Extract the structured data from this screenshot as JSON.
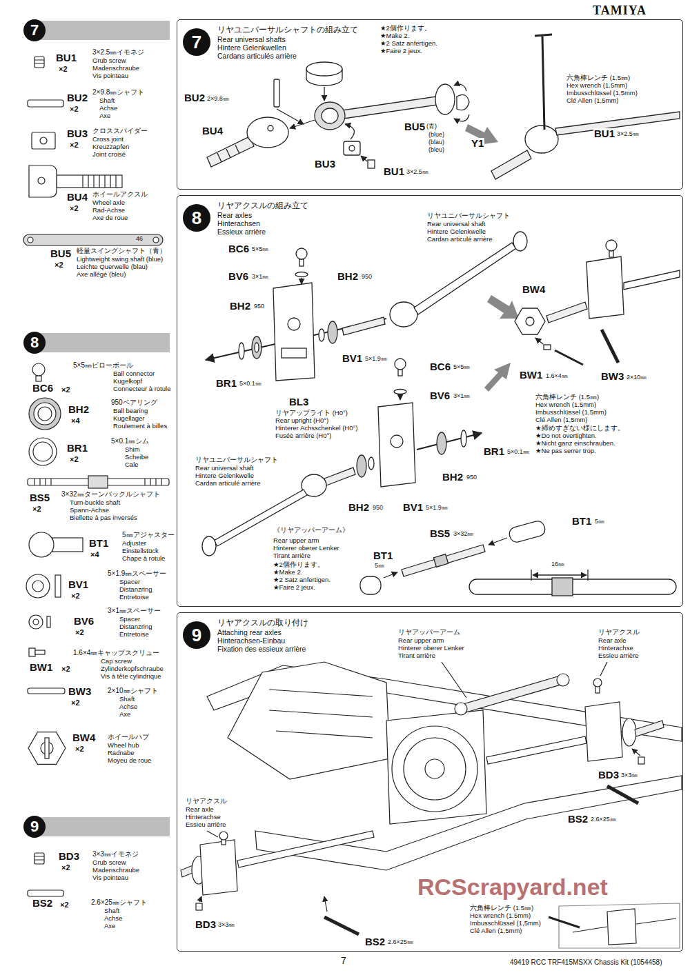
{
  "diagram": {
    "nodes": [
      {
        "text": [
          "7"
        ]
      },
      {
        "text": [
          "リヤユニバーサルシャフトの組み立て",
          "Rear universal shafts",
          "Hintere Gelenkwellen",
          "Cardans articulés arrière"
        ]
      },
      {
        "text": [
          "7"
        ],
        "in": 1
      },
      {
        "text": [
          "8"
        ]
      },
      {
        "text": [
          "リヤアクスルの組み立て",
          "Rear axles",
          "Hinterachsen",
          "Essieux arrière"
        ]
      },
      {
        "text": [
          "8"
        ],
        "in": 4
      },
      {
        "text": [
          "9"
        ]
      },
      {
        "text": [
          "リヤアクスルの取り付け",
          "Attaching rear axles",
          "Hinterachsen-Einbau",
          "Fixation des essieux arrière"
        ]
      },
      {
        "text": [
          "9"
        ],
        "in": 7
      }
    ],
    "labels": [
      "TAMIYA",
      "7",
      "49419 RCC TRF415MSXX Chassis Kit (1054458)",
      "RCScrapyard.net",
      "BU1",
      "×2",
      "3×2.5㎜イモネジ",
      "Grub screw",
      "Madenschraube",
      "Vis pointeau",
      "BU2",
      "×2",
      "2×9.8㎜シャフト",
      "Shaft",
      "Achse",
      "Axe",
      "BU3",
      "×2",
      "クロススパイダー",
      "Cross joint",
      "Kreuzzapfen",
      "Joint croisé",
      "BU4",
      "×2",
      "ホイールアクスル",
      "Wheel axle",
      "Rad-Achse",
      "Axe de roue",
      "46",
      "BU5",
      "×2",
      "軽量スイングシャフト（青）",
      "Lightweight swing shaft (blue)",
      "Leichte Querwelle (blau)",
      "Axe allégé (bleu)",
      "5×5㎜ピローボール",
      "Ball connector",
      "Kugelkopf",
      "Connecteur à rotule",
      "BC6",
      "×2",
      "BH2",
      "×4",
      "950ベアリング",
      "Ball bearing",
      "Kugellager",
      "Roulement à billes",
      "BR1",
      "×2",
      "5×0.1㎜シム",
      "Shim",
      "Scheibe",
      "Cale",
      "BS5",
      "×2",
      "3×32㎜ターンバックルシャフト",
      "Turn-buckle shaft",
      "Spann-Achse",
      "Biellette à pas inversés",
      "BT1",
      "×4",
      "5㎜アジャスター",
      "Adjuster",
      "Einstellstück",
      "Chape à rotule",
      "BV1",
      "×2",
      "5×1.9㎜スペーサー",
      "Spacer",
      "Distanzring",
      "Entretoise",
      "BV6",
      "×2",
      "3×1㎜スペーサー",
      "Spacer",
      "Distanzring",
      "Entretoise",
      "1.6×4㎜キャップスクリュー",
      "Cap screw",
      "Zylinderkopfschraube",
      "Vis à tête cylindrique",
      "BW1",
      "×2",
      "BW3",
      "×2",
      "2×10㎜シャフト",
      "Shaft",
      "Achse",
      "Axe",
      "BW4",
      "×2",
      "ホイールハブ",
      "Wheel hub",
      "Radnabe",
      "Moyeu de roue",
      "BD3",
      "×2",
      "3×3㎜イモネジ",
      "Grub screw",
      "Madenschraube",
      "Vis pointeau",
      "BS2",
      "×2",
      "2.6×25㎜シャフト",
      "Shaft",
      "Achse",
      "Axe",
      "★2個作ります。",
      "★Make 2.",
      "★2 Satz anfertigen.",
      "★Faire 2 jeux.",
      "BU2",
      "2×9.8㎜",
      "BU4",
      "BU3",
      "BU1",
      "3×2.5㎜",
      "BU5",
      "(青)",
      "(blue)",
      "(blau)",
      "(bleu)",
      "Y1",
      "六角棒レンチ (1.5㎜)",
      "Hex wrench (1.5mm)",
      "Imbusschlüssel (1,5mm)",
      "Clé Allen (1,5mm)",
      "BU1",
      "3×2.5㎜",
      "BC6",
      "5×5㎜",
      "BV6",
      "3×1㎜",
      "BH2",
      "950",
      "BH2",
      "950",
      "BV1",
      "5×1.9㎜",
      "BR1",
      "5×0.1㎜",
      "BL3",
      "リヤアップライト (H0°)",
      "Rear upright (H0°)",
      "Hinterer Achsschenkel (H0°)",
      "Fusée arrière (H0°)",
      "リヤユニバーサルシャフト",
      "Rear universal shaft",
      "Hintere Gelenkwelle",
      "Cardan articulé arrière",
      "BW4",
      "BW1",
      "1.6×4㎜",
      "BW3",
      "2×10㎜",
      "六角棒レンチ (1.5㎜)",
      "Hex wrench (1.5mm)",
      "Imbusschlüssel (1,5mm)",
      "Clé Allen (1,5mm)",
      "★締めすぎない様にします。",
      "★Do not overtighten.",
      "★Nicht ganz einschrauben.",
      "★Ne pas serrer trop.",
      "BC6",
      "5×5㎜",
      "BV6",
      "3×1㎜",
      "BR1",
      "5×0.1㎜",
      "BH2",
      "950",
      "BH2",
      "950",
      "BV1",
      "5×1.9㎜",
      "リヤユニバーサルシャフト",
      "Rear universal shaft",
      "Hintere Gelenkwelle",
      "Cardan articulé arrière",
      "《リヤアッパーアーム》",
      "Rear upper arm",
      "Hinterer oberer Lenker",
      "Tirant arrière",
      "★2個作ります。",
      "★Make 2.",
      "★2 Satz anfertigen.",
      "★Faire 2 jeux.",
      "BS5",
      "3×32㎜",
      "BT1",
      "5㎜",
      "BT1",
      "5㎜",
      "16㎜",
      "リヤアッパーアーム",
      "Rear upper arm",
      "Hinterer oberer Lenker",
      "Tirant arrière",
      "リヤアクスル",
      "Rear axle",
      "Hinterachse",
      "Essieu arrière",
      "BD3",
      "3×3㎜",
      "BS2",
      "2.6×25㎜",
      "リヤアクスル",
      "Rear axle",
      "Hinterachse",
      "Essieu arrière",
      "BD3",
      "3×3㎜",
      "BS2",
      "2.6×25㎜",
      "六角棒レンチ (1.5㎜)",
      "Hex wrench (1.5mm)",
      "Imbusschlüssel (1,5mm)",
      "Clé Allen (1,5mm)"
    ]
  }
}
